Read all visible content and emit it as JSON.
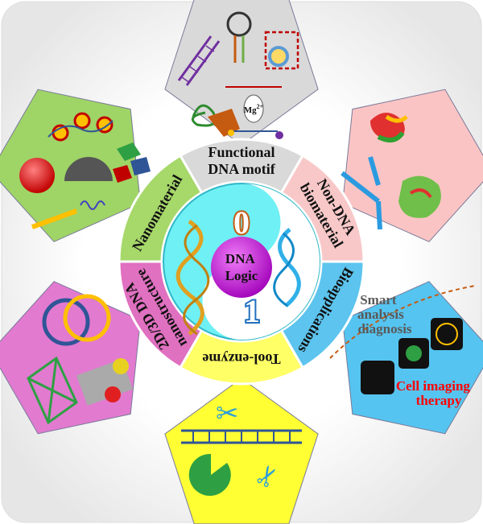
{
  "center": {
    "title_line1": "DNA",
    "title_line2": "Logic",
    "zero": "0",
    "one": "1"
  },
  "ring": [
    {
      "line1": "Functional",
      "line2": "DNA motif",
      "color": "#d9d9d9"
    },
    {
      "line1": "Non-DNA",
      "line2": "biomaterial",
      "color": "#f8c8c8"
    },
    {
      "line1": "Bioapplications",
      "line2": "",
      "color": "#5cc4ee"
    },
    {
      "line1": "Tool-enzyme",
      "line2": "",
      "color": "#ffff66"
    },
    {
      "line1": "2D/3D DNA",
      "line2": "nanostructure",
      "color": "#e070c0"
    },
    {
      "line1": "Nanomaterial",
      "line2": "",
      "color": "#a6d86a"
    }
  ],
  "panels": {
    "functional_motif": {
      "ion_label": "Mg",
      "ion_charge": "2+",
      "color": "#d9d9d9"
    },
    "non_dna": {
      "color": "#fbc4c4"
    },
    "bioapplications": {
      "upper_line1": "Smart",
      "upper_line2": "analysis",
      "upper_line3": "diagnosis",
      "lower_line1": "Cell imaging",
      "lower_line2": "therapy",
      "color": "#55c4f0"
    },
    "tool_enzyme": {
      "color": "#ffff33"
    },
    "nanostructure": {
      "color": "#e27ad0"
    },
    "nanomaterial": {
      "color": "#9fd466"
    }
  }
}
